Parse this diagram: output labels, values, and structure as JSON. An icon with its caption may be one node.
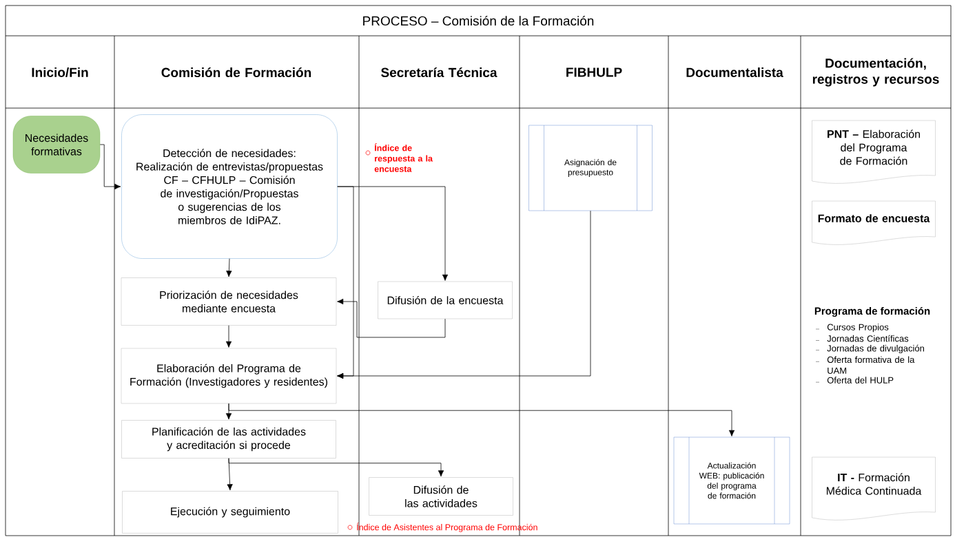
{
  "diagram": {
    "title": "PROCESO – Comisión de la Formación",
    "nodes": [
      {
        "text": [
          "Necesidades formativas"
        ]
      },
      {
        "text": [
          "Detección de necesidades: Realización de entrevistas/propuestas CF – CFHULP – Comisión de investigación/Propuestas o sugerencias de los miembros de IdiPAZ."
        ]
      },
      {
        "text": [
          "Priorización de necesidades mediante encuesta"
        ]
      },
      {
        "text": [
          "Difusión de la encuesta"
        ]
      },
      {
        "text": [
          "Asignación de presupuesto"
        ]
      },
      {
        "text": [
          "Elaboración del Programa de Formación (Investigadores y residentes)"
        ]
      },
      {
        "text": [
          "Planificación de las actividades y acreditación si procede"
        ]
      },
      {
        "text": [
          "Difusión de las actividades"
        ]
      },
      {
        "text": [
          "Actualización WEB: publicación del programa de formación"
        ]
      },
      {
        "text": [
          "Ejecución y seguimiento"
        ]
      },
      {
        "text": [
          "**PNT –** Elaboración del Programa de Formación"
        ]
      },
      {
        "text": [
          "Formato de encuesta"
        ]
      },
      {
        "text": [
          "**IT -** Formación Médica Continuada"
        ]
      }
    ],
    "edges": [
      {
        "from": 0,
        "to": 1,
        "arrow": "to"
      },
      {
        "from": 1,
        "to": 2,
        "arrow": "to"
      },
      {
        "from": 1,
        "to": 3,
        "arrow": "to"
      },
      {
        "from": 1,
        "to": 5,
        "arrow": "to"
      },
      {
        "from": 3,
        "to": 2,
        "arrow": "to"
      },
      {
        "from": 4,
        "to": 5,
        "arrow": "to"
      },
      {
        "from": 2,
        "to": 5,
        "arrow": "to"
      },
      {
        "from": 5,
        "to": 6,
        "arrow": "to"
      },
      {
        "from": 5,
        "to": 8,
        "arrow": "to"
      },
      {
        "from": 6,
        "to": 9,
        "arrow": "to"
      },
      {
        "from": 6,
        "to": 7,
        "arrow": "to"
      }
    ],
    "labels": [
      "Inicio/Fin",
      "Comisión de Formación",
      "Secretaría Técnica",
      "FIBHULP",
      "Documentalista",
      "Documentación, registros y recursos",
      "Índice de respuesta a la encuesta",
      "Programa de formación",
      "Cursos Propios",
      "Jornadas Científicas",
      "Jornadas de divulgación",
      "Oferta formativa de la UAM",
      "Oferta del HULP",
      "Índice de Asistentes al Programa de Formación"
    ]
  }
}
